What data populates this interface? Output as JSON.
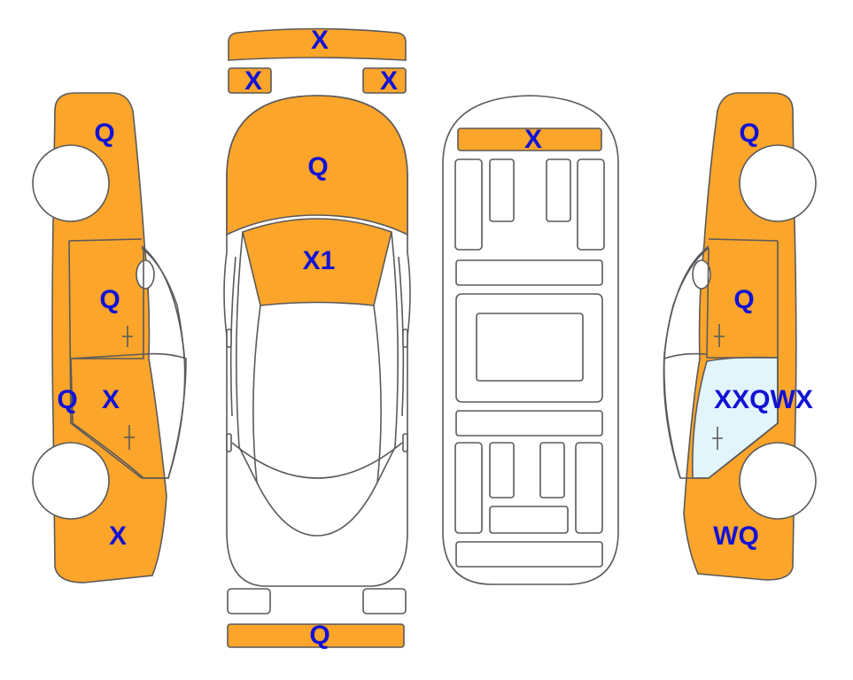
{
  "colors": {
    "damaged": "#fba52b",
    "glass_damaged": "#e2f5fb",
    "outline": "#5a5a5a",
    "label": "#1212d6",
    "background": "#ffffff"
  },
  "labels": {
    "front_bumper": "X",
    "left_mirror": "X",
    "right_mirror": "X",
    "hood": "Q",
    "windshield": "X1",
    "rear_bumper": "Q",
    "interior_dash": "X",
    "left_front_fender": "Q",
    "left_front_door": "Q",
    "left_rocker": "Q",
    "left_rear_door": "X",
    "left_rear_quarter": "X",
    "right_front_fender": "Q",
    "right_front_door": "Q",
    "right_rear_door": "XXQWX",
    "right_rear_quarter": "WQ"
  }
}
